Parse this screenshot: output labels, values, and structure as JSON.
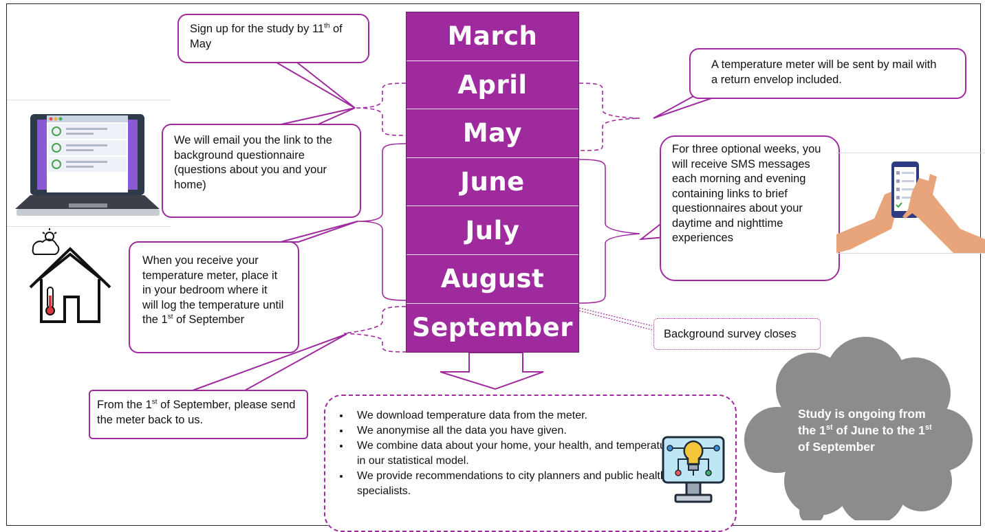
{
  "months": [
    "March",
    "April",
    "May",
    "June",
    "July",
    "August",
    "September"
  ],
  "callouts": {
    "signup": {
      "pre": "Sign up for the study by 11",
      "sup": "th",
      "post": " of May"
    },
    "temp_meter_sent": {
      "text": "A temperature meter will be sent by mail with a return envelop included."
    },
    "email_link": {
      "text": "We will email you the link to the background questionnaire (questions about you and your home)"
    },
    "sms": {
      "text": "For three optional weeks, you will receive SMS messages each morning and evening containing links to brief questionnaires about your daytime and nighttime experiences"
    },
    "place_meter": {
      "pre": "When you receive your temperature meter, place it in your bedroom where it will log the temperature until the 1",
      "sup": "st",
      "post": " of September"
    },
    "survey_closes": {
      "text": "Background survey closes"
    },
    "send_back": {
      "pre": "From the 1",
      "sup": "st",
      "post": " of September, please send the meter back to us."
    }
  },
  "steps": [
    "We download temperature data from the meter.",
    "We anonymise all the data you have given.",
    "We combine data about your home, your health, and temperature in our statistical model.",
    "We provide recommendations to city planners and public health specialists."
  ],
  "cloud": {
    "a": "Study is ongoing from the 1",
    "sup1": "st",
    "b": " of June to the 1",
    "sup2": "st",
    "c": " of September"
  },
  "colors": {
    "accent": "#9e2a9e",
    "cloud": "#8c8c8c"
  },
  "icons": [
    "laptop-checklist-icon",
    "house-thermometer-icon",
    "phone-hands-icon",
    "monitor-lightbulb-icon"
  ]
}
